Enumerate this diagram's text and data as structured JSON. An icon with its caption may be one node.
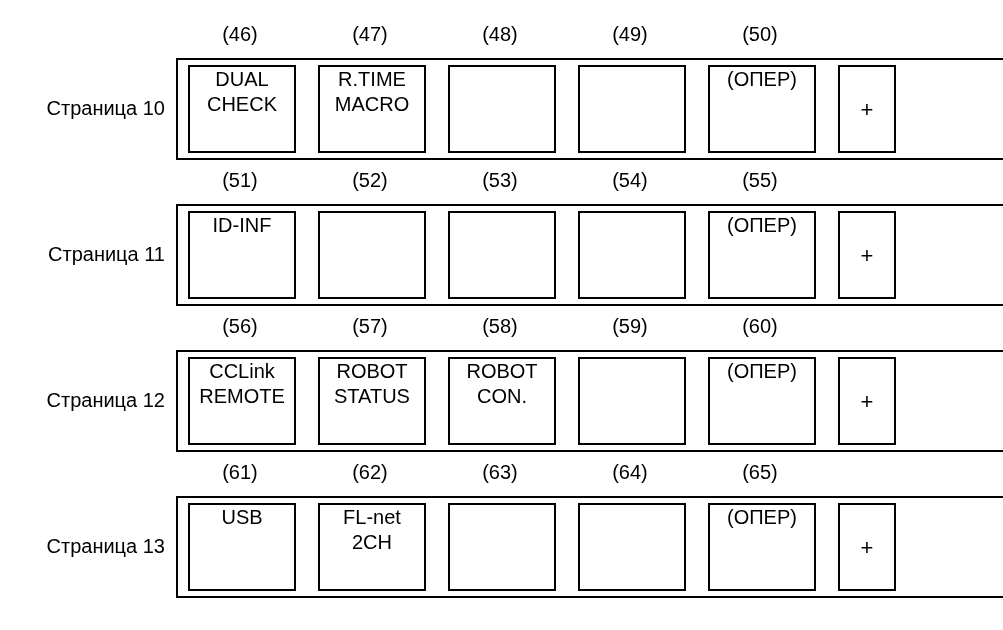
{
  "diagram": {
    "nodes": [
      {
        "text": [],
        "shape": "box",
        "beside": [
          "Страница 10"
        ]
      },
      {
        "text": [
          "DUAL CHECK"
        ],
        "in": 0,
        "beside": [
          "(46)"
        ]
      },
      {
        "text": [
          "R.TIME MACRO"
        ],
        "in": 0,
        "beside": [
          "(47)"
        ]
      },
      {
        "text": [],
        "shape": "box",
        "in": 0,
        "beside": [
          "(48)"
        ]
      },
      {
        "text": [],
        "shape": "box",
        "in": 0,
        "beside": [
          "(49)"
        ]
      },
      {
        "text": [
          "(ОПЕР)"
        ],
        "in": 0,
        "beside": [
          "(50)"
        ]
      },
      {
        "text": [
          "+"
        ],
        "in": 0
      },
      {
        "text": [],
        "shape": "box",
        "beside": [
          "Страница 11"
        ]
      },
      {
        "text": [
          "ID-INF"
        ],
        "in": 7,
        "beside": [
          "(51)"
        ]
      },
      {
        "text": [],
        "shape": "box",
        "in": 7,
        "beside": [
          "(52)"
        ]
      },
      {
        "text": [],
        "shape": "box",
        "in": 7,
        "beside": [
          "(53)"
        ]
      },
      {
        "text": [],
        "shape": "box",
        "in": 7,
        "beside": [
          "(54)"
        ]
      },
      {
        "text": [
          "(ОПЕР)"
        ],
        "in": 7,
        "beside": [
          "(55)"
        ]
      },
      {
        "text": [
          "+"
        ],
        "in": 7
      },
      {
        "text": [],
        "shape": "box",
        "beside": [
          "Страница 12"
        ]
      },
      {
        "text": [
          "CCLink REMOTE"
        ],
        "in": 14,
        "beside": [
          "(56)"
        ]
      },
      {
        "text": [
          "ROBOT STATUS"
        ],
        "in": 14,
        "beside": [
          "(57)"
        ]
      },
      {
        "text": [
          "ROBOT CON."
        ],
        "in": 14,
        "beside": [
          "(58)"
        ]
      },
      {
        "text": [],
        "shape": "box",
        "in": 14,
        "beside": [
          "(59)"
        ]
      },
      {
        "text": [
          "(ОПЕР)"
        ],
        "in": 14,
        "beside": [
          "(60)"
        ]
      },
      {
        "text": [
          "+"
        ],
        "in": 14
      },
      {
        "text": [],
        "shape": "box",
        "beside": [
          "Страница 13"
        ]
      },
      {
        "text": [
          "USB"
        ],
        "in": 21,
        "beside": [
          "(61)"
        ]
      },
      {
        "text": [
          "FL-net 2CH"
        ],
        "in": 21,
        "beside": [
          "(62)"
        ]
      },
      {
        "text": [],
        "shape": "box",
        "in": 21,
        "beside": [
          "(63)"
        ]
      },
      {
        "text": [],
        "shape": "box",
        "in": 21,
        "beside": [
          "(64)"
        ]
      },
      {
        "text": [
          "(ОПЕР)"
        ],
        "in": 21,
        "beside": [
          "(65)"
        ]
      },
      {
        "text": [
          "+"
        ],
        "in": 21
      }
    ]
  }
}
